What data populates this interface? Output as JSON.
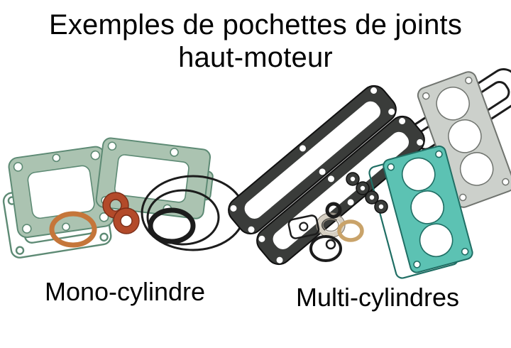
{
  "title": {
    "line1": "Exemples de pochettes de joints",
    "line2": "haut-moteur"
  },
  "captions": {
    "left": "Mono-cylindre",
    "right": "Multi-cylindres"
  },
  "colors": {
    "background": "#ffffff",
    "text": "#000000",
    "gasket_green": "#abc3b1",
    "gasket_green_dark": "#5d8a74",
    "gasket_teal": "#5cc2b3",
    "gasket_teal_dark": "#1f6e64",
    "gasket_gray": "#ccd0cb",
    "gasket_gray_dark": "#70746f",
    "cover_dark": "#3a3c3a",
    "copper": "#c5763a",
    "rust": "#b34a2a",
    "ink": "#1c1c1c",
    "tan": "#c9a36a",
    "pale": "#d6cfc2"
  }
}
